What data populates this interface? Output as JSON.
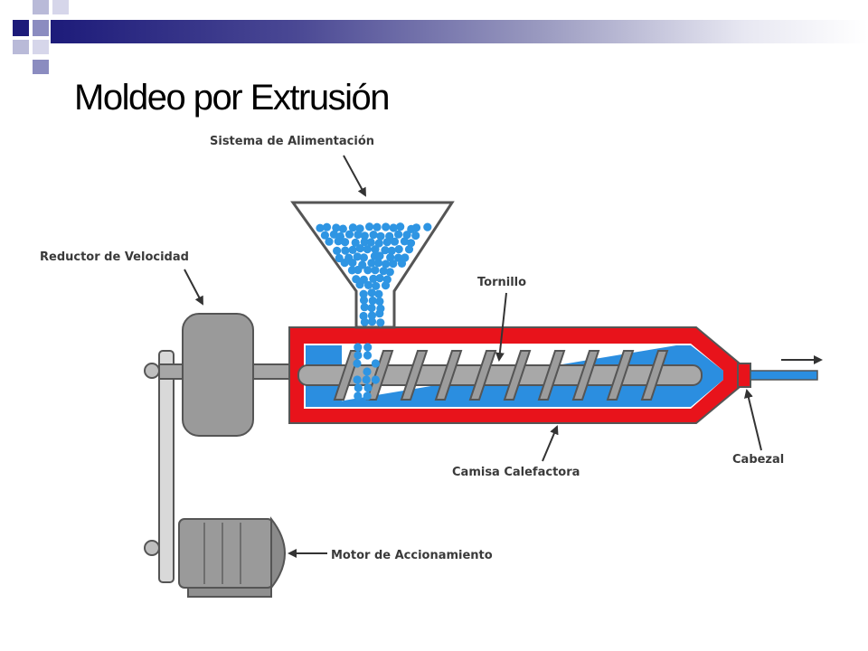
{
  "slide": {
    "title": "Moldeo por Extrusión"
  },
  "diagram": {
    "labels": {
      "feed": "Sistema de Alimentación",
      "reducer": "Reductor de Velocidad",
      "screw": "Tornillo",
      "barrel": "Camisa Calefactora",
      "die": "Cabezal",
      "motor": "Motor de Accionamiento"
    },
    "colors": {
      "barrel_red": "#e8131b",
      "melt_blue": "#2b8ee0",
      "pellet_blue": "#2e95e3",
      "metal_gray": "#a6a6a6",
      "title_bar_dark": "#1d1b7a"
    }
  }
}
